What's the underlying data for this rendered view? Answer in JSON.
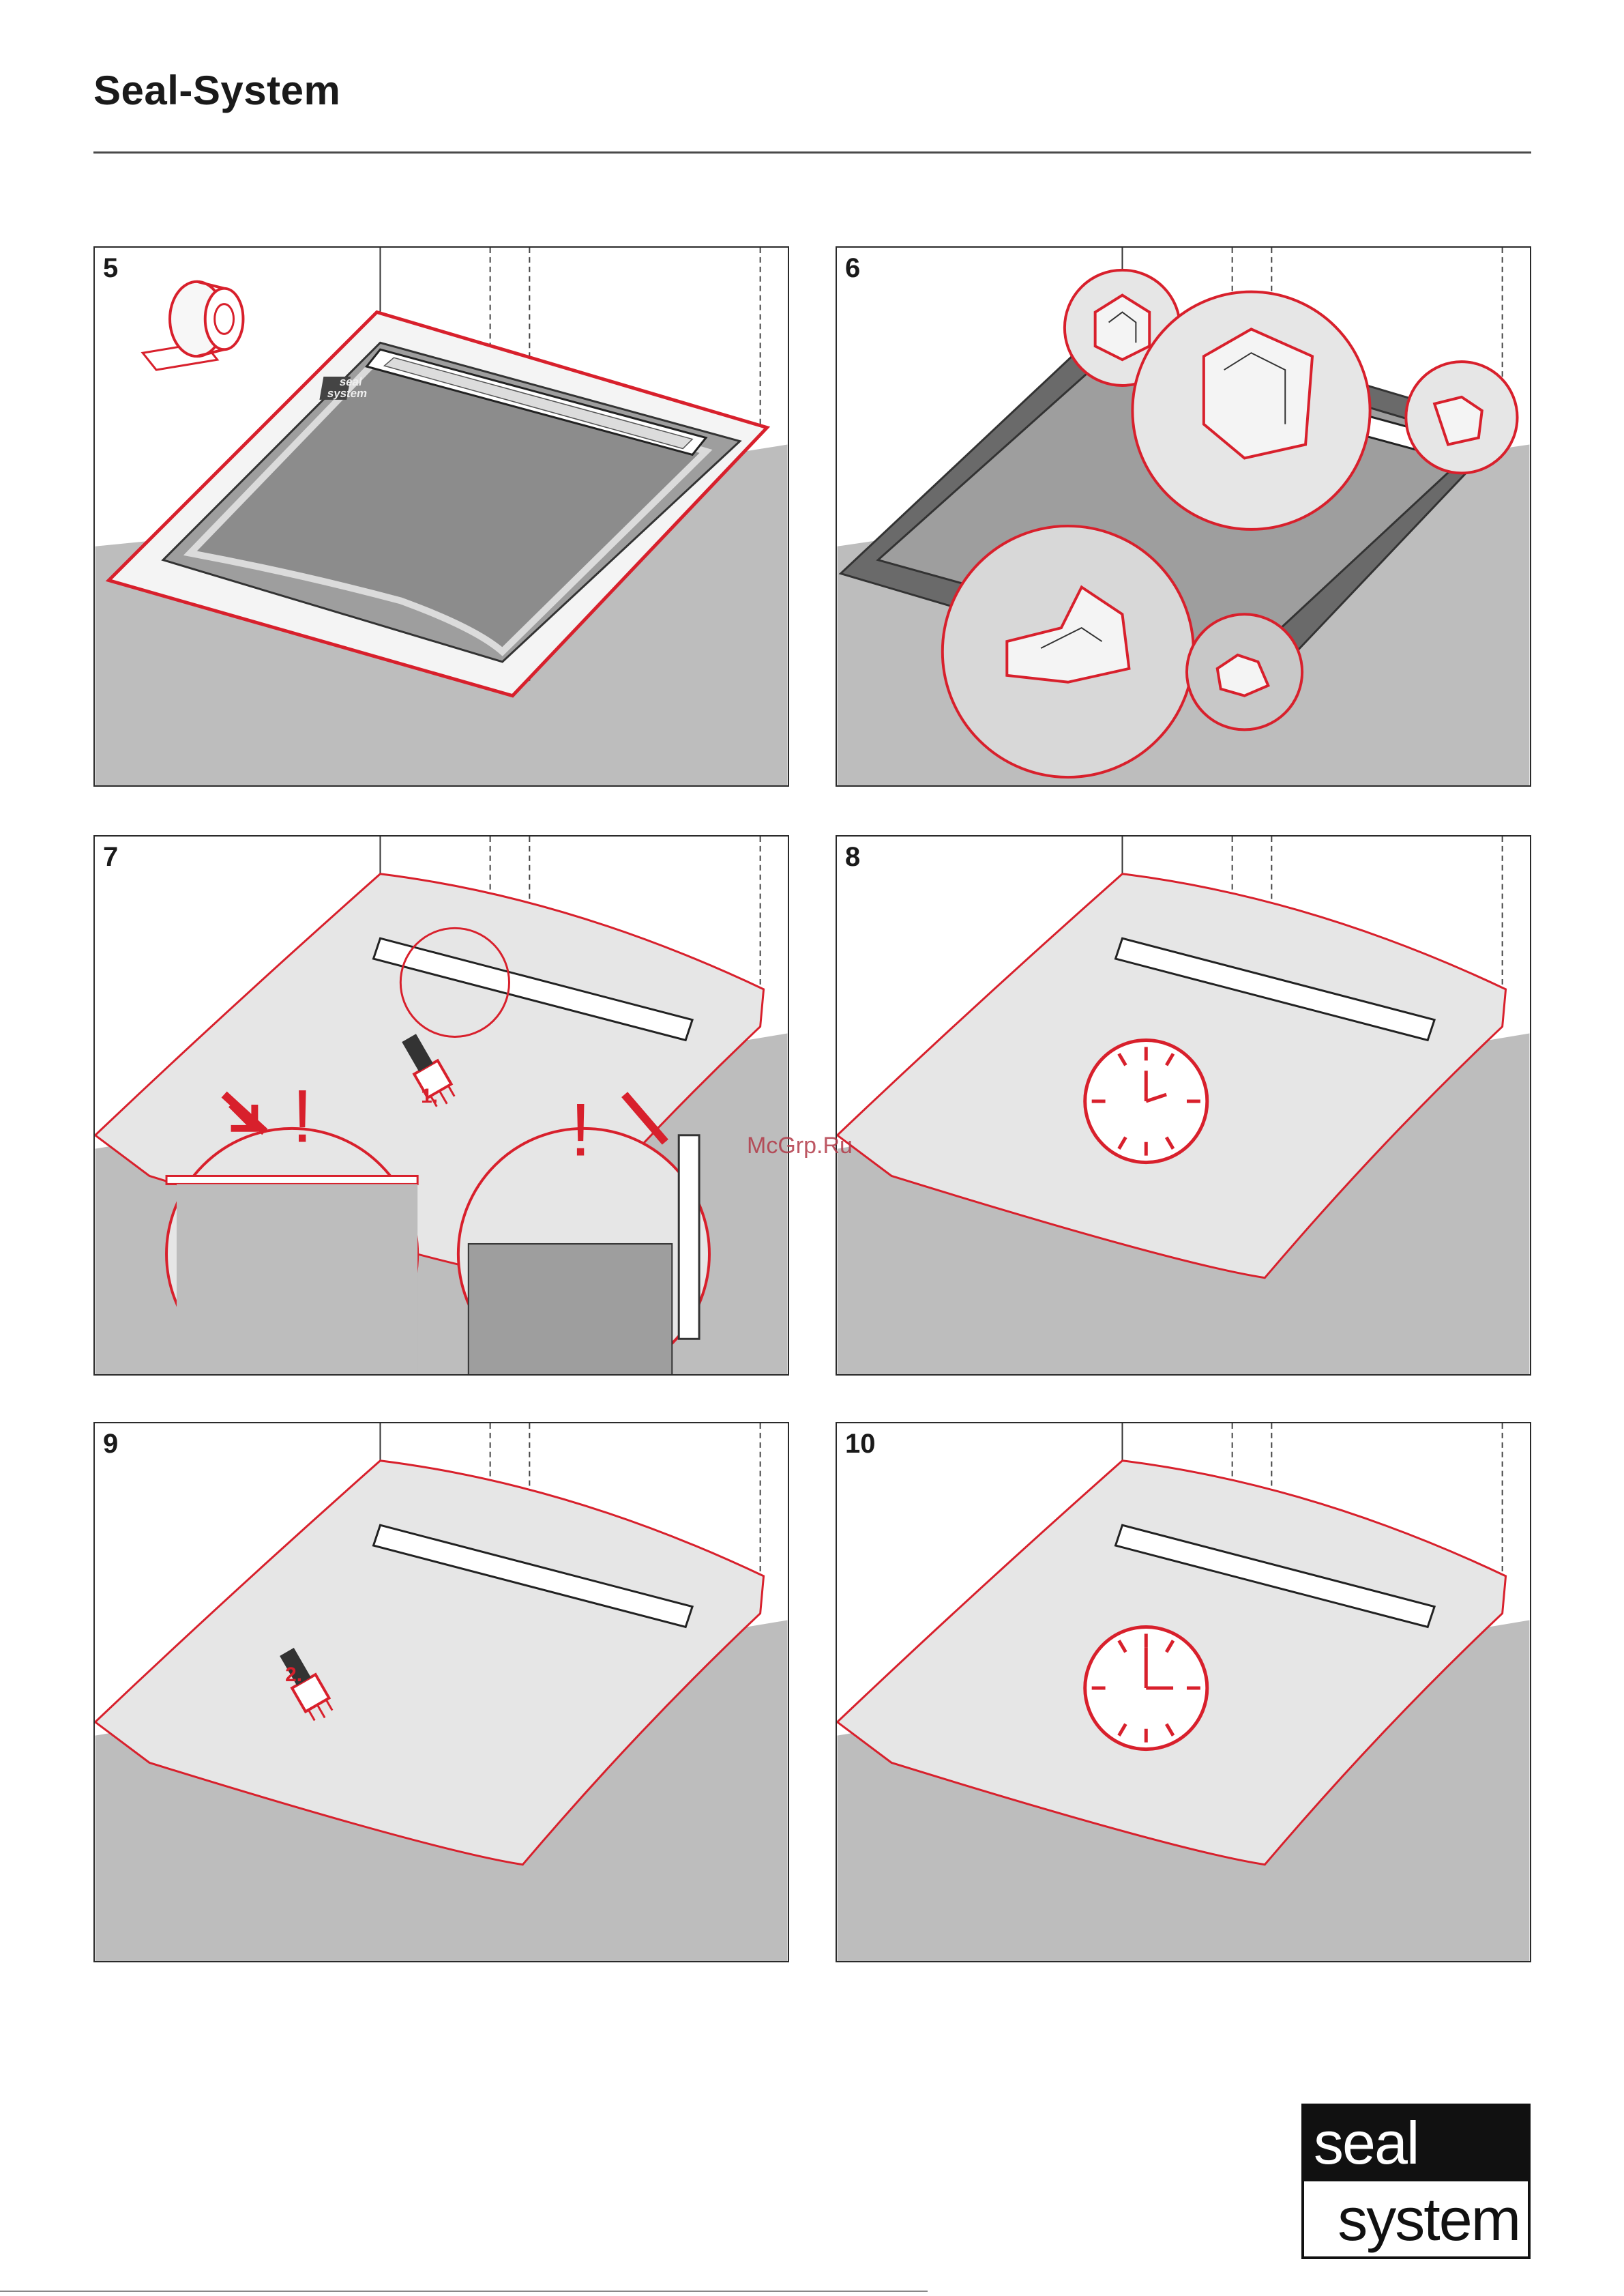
{
  "page": {
    "title": "Seal-System"
  },
  "steps": [
    {
      "number": "5",
      "scene": "tape-perimeter"
    },
    {
      "number": "6",
      "scene": "corner-details"
    },
    {
      "number": "7",
      "scene": "first-coat",
      "label": "1."
    },
    {
      "number": "8",
      "scene": "drying-first"
    },
    {
      "number": "9",
      "scene": "second-coat",
      "label": "2."
    },
    {
      "number": "10",
      "scene": "drying-second"
    }
  ],
  "panel_texts": {
    "drain_tiles": [
      "seal",
      "system"
    ],
    "warning_mark": "!"
  },
  "watermark": "McGrp.Ru",
  "logo": {
    "line1": "seal",
    "line2": "system"
  },
  "colors": {
    "accent_red": "#d8202c",
    "floor_gray": "#bdbdbd",
    "membrane_light": "#e6e6e6",
    "mid_gray": "#9e9e9e",
    "outline": "#333333"
  },
  "icons": [
    "tape-roll-icon",
    "brush-icon",
    "clock-icon",
    "warning-arrow-icon"
  ]
}
